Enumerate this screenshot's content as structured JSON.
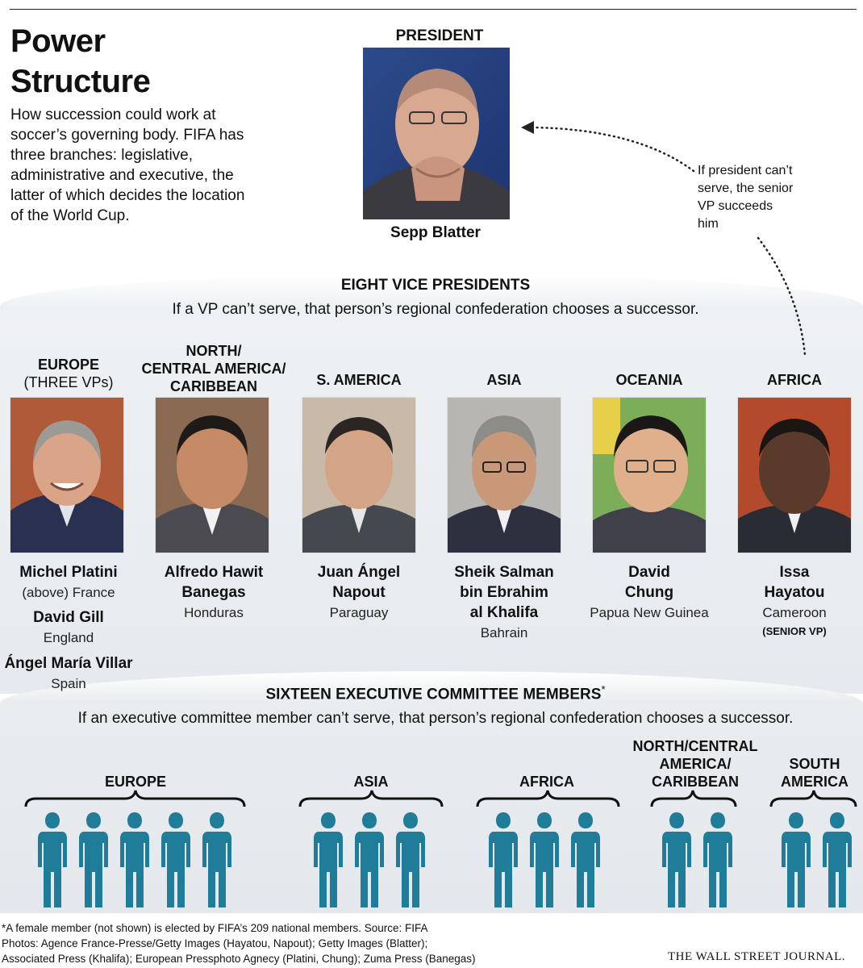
{
  "title_line1": "Power",
  "title_line2": "Structure",
  "intro": "How succession could work at soccer’s governing body. FIFA has three branches: legislative, administrative and executive, the latter of which decides the location of the World Cup.",
  "president": {
    "header": "PRESIDENT",
    "name": "Sepp Blatter",
    "note": "If president can’t serve, the senior VP succeeds him"
  },
  "vice_presidents": {
    "header": "EIGHT VICE PRESIDENTS",
    "subtitle": "If a VP can’t serve, that person’s regional confederation chooses a successor.",
    "europe": {
      "region_line1": "EUROPE",
      "region_line2": "(THREE VPs)",
      "name1": "Michel Platini",
      "country1": "(above) France",
      "name2": "David Gill",
      "country2": "England",
      "name3": "Ángel María Villar",
      "country3": "Spain"
    },
    "ncac": {
      "region_line1": "NORTH/",
      "region_line2": "CENTRAL AMERICA/",
      "region_line3": "CARIBBEAN",
      "name_line1": "Alfredo Hawit",
      "name_line2": "Banegas",
      "country": "Honduras"
    },
    "samerica": {
      "region": "S. AMERICA",
      "name_line1": "Juan Ángel",
      "name_line2": "Napout",
      "country": "Paraguay"
    },
    "asia": {
      "region": "ASIA",
      "name_line1": "Sheik Salman",
      "name_line2": "bin Ebrahim",
      "name_line3": "al Khalifa",
      "country": "Bahrain"
    },
    "oceania": {
      "region": "OCEANIA",
      "name_line1": "David",
      "name_line2": "Chung",
      "country": "Papua New Guinea"
    },
    "africa": {
      "region": "AFRICA",
      "name_line1": "Issa",
      "name_line2": "Hayatou",
      "country": "Cameroon",
      "badge": "(SENIOR VP)"
    }
  },
  "executive_committee": {
    "header": "SIXTEEN EXECUTIVE COMMITTEE MEMBERS",
    "asterisk": "*",
    "subtitle": "If an executive committee member can’t serve, that person’s regional confederation chooses a successor.",
    "groups": {
      "europe": {
        "label": "EUROPE",
        "count": 5
      },
      "asia": {
        "label": "ASIA",
        "count": 3
      },
      "africa": {
        "label": "AFRICA",
        "count": 3
      },
      "ncac": {
        "label_line1": "NORTH/CENTRAL",
        "label_line2": "AMERICA/",
        "label_line3": "CARIBBEAN",
        "count": 2
      },
      "samerica": {
        "label_line1": "SOUTH",
        "label_line2": "AMERICA",
        "count": 2
      }
    },
    "figure_color": "#1f7d99"
  },
  "footer": {
    "line1": "*A female member (not shown) is elected by FIFA’s 209 national members.   Source: FIFA",
    "line2": "Photos: Agence France-Presse/Getty Images (Hayatou, Napout); Getty Images (Blatter);",
    "line3": "Associated Press (Khalifa); European Pressphoto Agnecy (Platini, Chung); Zuma Press (Banegas)",
    "publisher": "THE WALL STREET JOURNAL."
  }
}
